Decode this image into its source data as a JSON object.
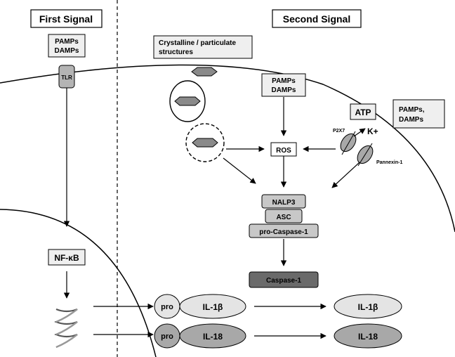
{
  "headers": {
    "first_signal": "First Signal",
    "second_signal": "Second Signal"
  },
  "boxes": {
    "pamps_damps_left_line1": "PAMPs",
    "pamps_damps_left_line2": "DAMPs",
    "crystalline_line1": "Crystalline / particulate",
    "crystalline_line2": "structures",
    "pamps_damps_center_line1": "PAMPs",
    "pamps_damps_center_line2": "DAMPs",
    "atp": "ATP",
    "pamps_damps_right_line1": "PAMPs,",
    "pamps_damps_right_line2": "DAMPs",
    "ros": "ROS",
    "nfkb": "NF-κB"
  },
  "receptors": {
    "tlr": "TLR",
    "p2x7": "P2X7",
    "pannexin": "Pannexin-1",
    "k_plus": "K+"
  },
  "inflammasome": {
    "nalp3": "NALP3",
    "asc": "ASC",
    "pro_caspase": "pro-Caspase-1",
    "caspase": "Caspase-1"
  },
  "cytokines": {
    "pro": "pro",
    "il1b": "IL-1β",
    "il18": "IL-18"
  },
  "colors": {
    "box_fill": "#efefef",
    "light_gray": "#c8c8c8",
    "mid_gray": "#a8a8a8",
    "dark_gray": "#6a6a6a",
    "line": "#000000"
  }
}
